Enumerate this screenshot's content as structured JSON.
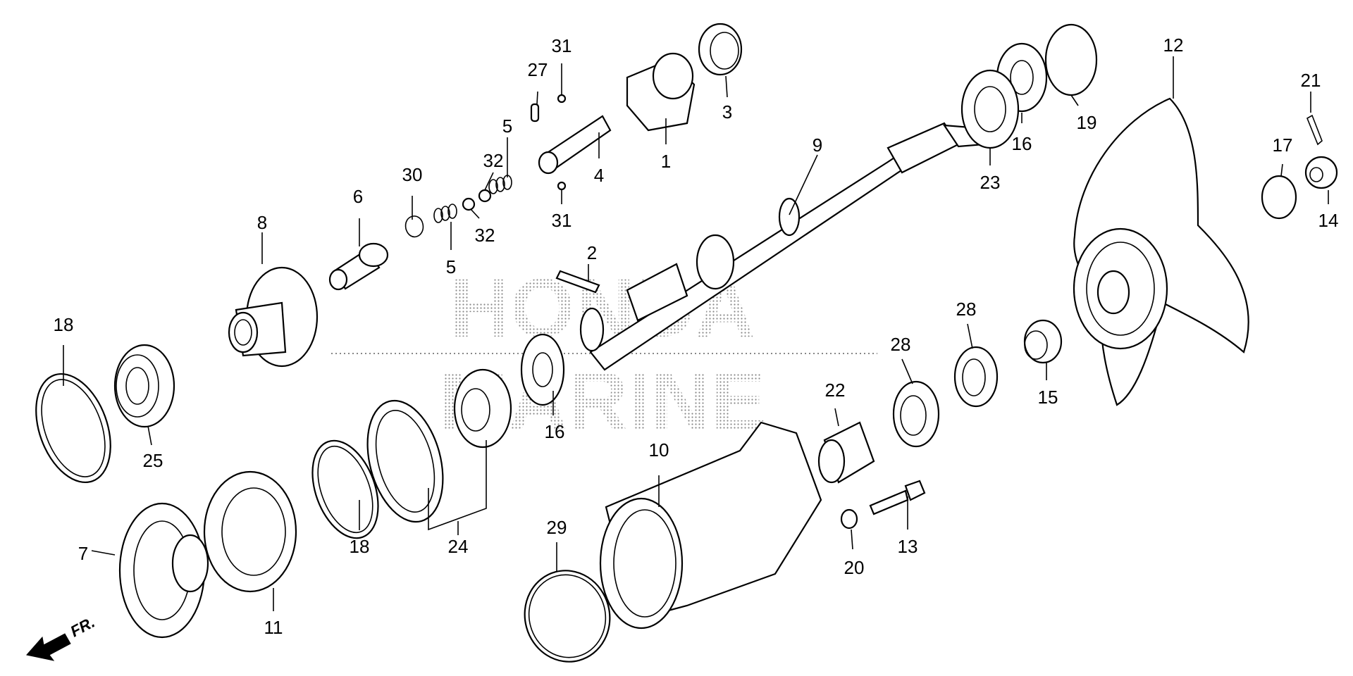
{
  "watermark": {
    "line1": "HONDA",
    "line2": "MARINE"
  },
  "direction": {
    "label": "FR."
  },
  "labels": [
    {
      "key": "p1",
      "text": "1"
    },
    {
      "key": "p2",
      "text": "2"
    },
    {
      "key": "p3",
      "text": "3"
    },
    {
      "key": "p4",
      "text": "4"
    },
    {
      "key": "p5a",
      "text": "5"
    },
    {
      "key": "p5b",
      "text": "5"
    },
    {
      "key": "p6",
      "text": "6"
    },
    {
      "key": "p7",
      "text": "7"
    },
    {
      "key": "p8",
      "text": "8"
    },
    {
      "key": "p9",
      "text": "9"
    },
    {
      "key": "p10",
      "text": "10"
    },
    {
      "key": "p11",
      "text": "11"
    },
    {
      "key": "p12",
      "text": "12"
    },
    {
      "key": "p13",
      "text": "13"
    },
    {
      "key": "p14",
      "text": "14"
    },
    {
      "key": "p15",
      "text": "15"
    },
    {
      "key": "p16a",
      "text": "16"
    },
    {
      "key": "p16b",
      "text": "16"
    },
    {
      "key": "p17",
      "text": "17"
    },
    {
      "key": "p18a",
      "text": "18"
    },
    {
      "key": "p18b",
      "text": "18"
    },
    {
      "key": "p19",
      "text": "19"
    },
    {
      "key": "p20",
      "text": "20"
    },
    {
      "key": "p21",
      "text": "21"
    },
    {
      "key": "p22",
      "text": "22"
    },
    {
      "key": "p23",
      "text": "23"
    },
    {
      "key": "p24",
      "text": "24"
    },
    {
      "key": "p25",
      "text": "25"
    },
    {
      "key": "p27",
      "text": "27"
    },
    {
      "key": "p28a",
      "text": "28"
    },
    {
      "key": "p28b",
      "text": "28"
    },
    {
      "key": "p29",
      "text": "29"
    },
    {
      "key": "p30",
      "text": "30"
    },
    {
      "key": "p31a",
      "text": "31"
    },
    {
      "key": "p31b",
      "text": "31"
    },
    {
      "key": "p32a",
      "text": "32"
    },
    {
      "key": "p32b",
      "text": "32"
    }
  ]
}
